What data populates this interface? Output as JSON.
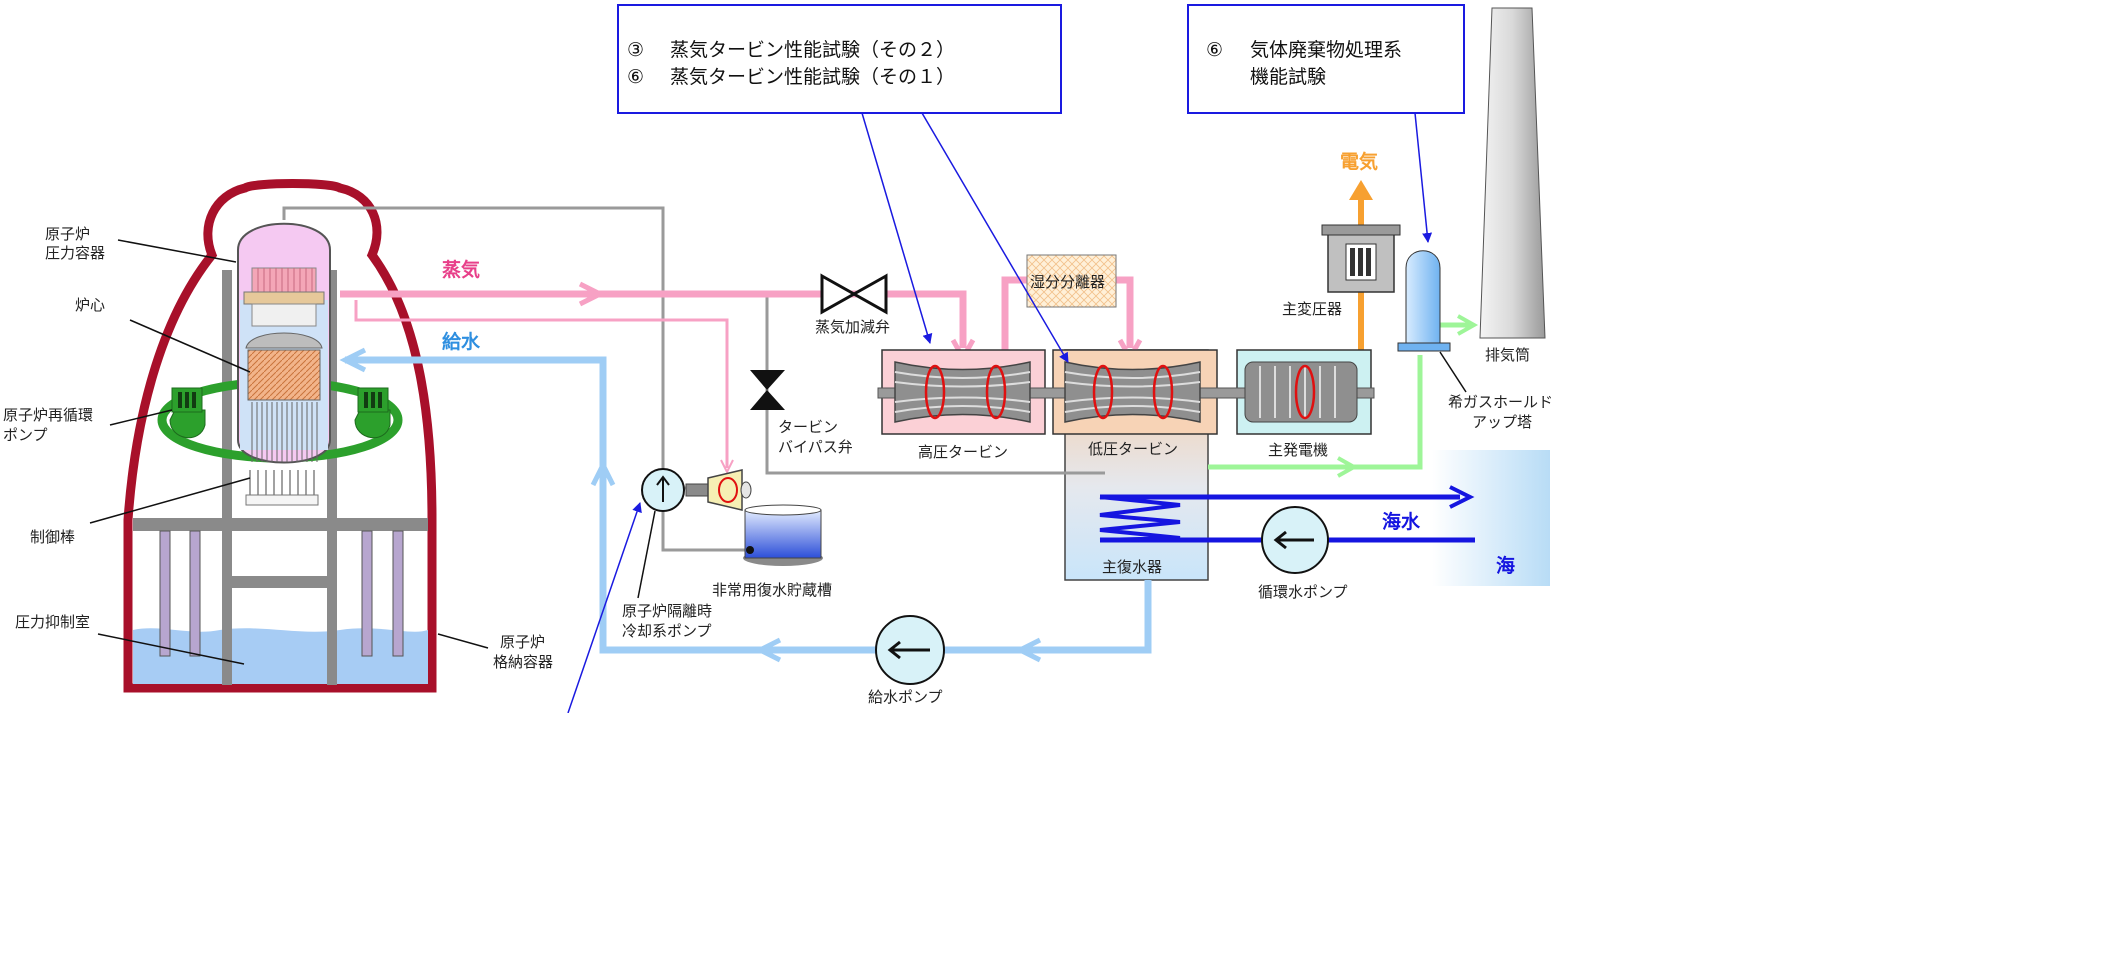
{
  "callouts": {
    "turbine_test": {
      "line1_num": "③",
      "line1_text": "蒸気タービン性能試験（その２）",
      "line2_num": "⑥",
      "line2_text": "蒸気タービン性能試験（その１）"
    },
    "gas_test": {
      "line1_num": "⑥",
      "line1_text": "気体廃棄物処理系",
      "line2_text": "機能試験"
    }
  },
  "labels": {
    "rpv_1": "原子炉",
    "rpv_2": "圧力容器",
    "core": "炉心",
    "recirc_1": "原子炉再循環",
    "recirc_2": "ポンプ",
    "control_rod": "制御棒",
    "suppression": "圧力抑制室",
    "pcv_1": "原子炉",
    "pcv_2": "格納容器",
    "rcic_1": "原子炉隔離時",
    "rcic_2": "冷却系ポンプ",
    "emergency_tank": "非常用復水貯蔵槽",
    "feed_pump": "給水ポンプ",
    "bypass_1": "タービン",
    "bypass_2": "バイパス弁",
    "steam_valve": "蒸気加減弁",
    "hp_turbine": "高圧タービン",
    "lp_turbine": "低圧タービン",
    "moisture_sep": "湿分分離器",
    "generator": "主発電機",
    "main_transformer": "主変圧器",
    "condenser": "主復水器",
    "circ_pump": "循環水ポンプ",
    "stack": "排気筒",
    "holdup_1": "希ガスホールド",
    "holdup_2": "アップ塔"
  },
  "flows": {
    "steam": "蒸気",
    "feedwater": "給水",
    "electricity": "電気",
    "seawater": "海水",
    "sea": "海"
  },
  "colors": {
    "steam": "#f7a1c4",
    "steam_text": "#e8408a",
    "feedwater": "#9fcdf5",
    "feedwater_text": "#2f8fe0",
    "electricity": "#f7a030",
    "seawater": "#1515e0",
    "offgas": "#9ef598",
    "containment": "#a8102a",
    "callout_border": "#1a1ae0"
  }
}
